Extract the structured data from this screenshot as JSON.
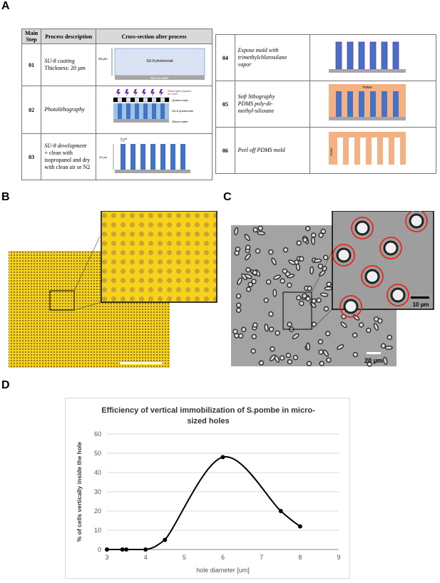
{
  "panels": {
    "a": "A",
    "b": "B",
    "c": "C",
    "d": "D"
  },
  "table_left": {
    "headers": [
      "Main Step",
      "Process description",
      "Cross-section after process"
    ],
    "rows": [
      {
        "step": "01",
        "desc_lines": [
          "SU-8 coating",
          "Thickness: 20 µm"
        ]
      },
      {
        "step": "02",
        "desc_lines": [
          "Photolithography"
        ]
      },
      {
        "step": "03",
        "desc_lines": [
          "SU-8 development",
          "+ clean with",
          "isopropanol and dry",
          "with clean air or N2"
        ]
      }
    ],
    "diagram_labels": {
      "su8_photoresist": "SU-8 photoresist",
      "silicon_wafer": "Silicon wafer",
      "thickness_20um": "20 µm",
      "uv_light": "365nm light exposure",
      "uv_dose": "for 10ms",
      "quartz_mask": "Quartz mask",
      "su8_photoresist_2": "SU-8 photoresist",
      "silicon_wafer_2": "Silicon wafer",
      "width_5um": "5 µm",
      "height_20um": "20 µm"
    }
  },
  "table_right": {
    "rows": [
      {
        "step": "04",
        "desc_lines": [
          "Expose mold with",
          "trimethylchlorosilane",
          "vapor"
        ]
      },
      {
        "step": "05",
        "desc_lines": [
          "Soft lithography",
          "PDMS poly-di-",
          "methyl-siloxane"
        ]
      },
      {
        "step": "06",
        "desc_lines": [
          "Peel off PDMS mold"
        ]
      }
    ],
    "diagram_labels": {
      "pdms": "PDMS",
      "pdms_side": "PDMS"
    }
  },
  "panel_c": {
    "scale_main": "20 µm",
    "scale_inset": "10 µm"
  },
  "colors": {
    "su8": "#4472c4",
    "wafer": "#a6a6a6",
    "pdms": "#f4b183",
    "photoresist_layer": "#dae3f3",
    "red_ring": "#e8261e",
    "yellow": "#f7d21a",
    "hole": "#a58b3a"
  },
  "chart_data": {
    "type": "line",
    "title": "Efficiency of vertical immobilization of S.pombe in micro-sized holes",
    "xlabel": "hole diameter [um]",
    "ylabel": "% of cells vertically inside the hole",
    "xlim": [
      3,
      9
    ],
    "ylim": [
      0,
      60
    ],
    "xticks": [
      3,
      4,
      5,
      6,
      7,
      8,
      9
    ],
    "yticks": [
      0,
      10,
      20,
      30,
      40,
      50,
      60
    ],
    "x": [
      3,
      3.4,
      3.5,
      4,
      4.5,
      6,
      7.5,
      8
    ],
    "y": [
      0,
      0,
      0,
      0,
      5,
      48,
      20,
      12
    ],
    "grid": "horizontal",
    "smooth": true
  }
}
